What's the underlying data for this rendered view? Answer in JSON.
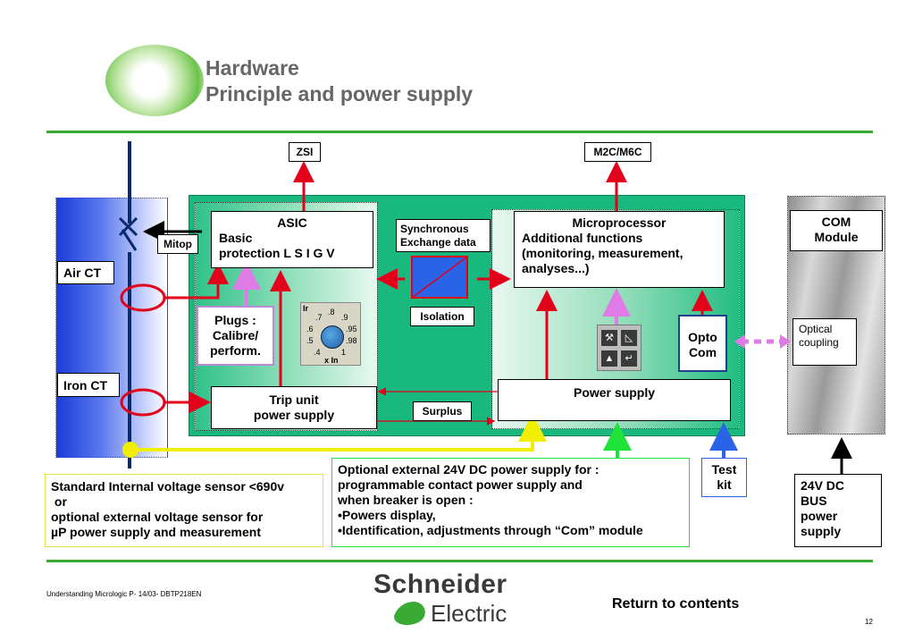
{
  "header": {
    "title_line1": "Hardware",
    "title_line2": "Principle and power supply"
  },
  "labels": {
    "zsi": "ZSI",
    "m2c": "M2C/M6C",
    "mitop": "Mitop",
    "air_ct": "Air CT",
    "iron_ct": "Iron CT",
    "asic_title": "ASIC",
    "asic_line1": "Basic",
    "asic_line2": "protection L S I G V",
    "sync_line1": "Synchronous",
    "sync_line2": "Exchange data",
    "isolation": "Isolation",
    "micro_title": "Microprocessor",
    "micro_line1": "Additional functions",
    "micro_line2": "(monitoring, measurement,",
    "micro_line3": "analyses...)",
    "plugs_line1": "Plugs :",
    "plugs_line2": "Calibre/",
    "plugs_line3": "perform.",
    "opto_line1": "Opto",
    "opto_line2": "Com",
    "power_supply": "Power supply",
    "trip_line1": "Trip unit",
    "trip_line2": "power supply",
    "surplus": "Surplus",
    "com_line1": "COM",
    "com_line2": "Module",
    "optical_line1": "Optical",
    "optical_line2": "coupling",
    "test_line1": "Test",
    "test_line2": "kit",
    "bus_line1": "24V DC",
    "bus_line2": "BUS",
    "bus_line3": "power",
    "bus_line4": "supply"
  },
  "dial": {
    "ir": "Ir",
    "x_in": "x In",
    "ticks": [
      ".7",
      ".8",
      ".9",
      ".6",
      ".95",
      ".5",
      ".98",
      ".4",
      "1"
    ]
  },
  "notes": {
    "left_line1": "Standard Internal voltage sensor <690v",
    "left_line2": " or",
    "left_line3": "optional external voltage sensor for",
    "left_line4": "µP power supply and measurement",
    "mid_line1": "Optional external 24V DC power supply  for  :",
    "mid_line2": "programmable contact power supply and",
    "mid_line3": "when breaker is open  :",
    "mid_line4": "•Powers display,",
    "mid_line5": "•Identification, adjustments through “Com” module"
  },
  "footer": {
    "doc_ref": "Understanding Micrologic P- 14/03- DBTP218EN",
    "return": "Return to contents",
    "page": "12",
    "brand_line1": "Schneider",
    "brand_line2": "Electric"
  },
  "colors": {
    "green_rule": "#3aaa35",
    "module_green": "#18b87e",
    "red_arrow": "#e3001b",
    "navy": "#0a2a6e",
    "magenta": "#e07ae6",
    "yellow": "#f2ee00",
    "bright_green": "#1ee23a",
    "blue": "#2a63e6"
  }
}
